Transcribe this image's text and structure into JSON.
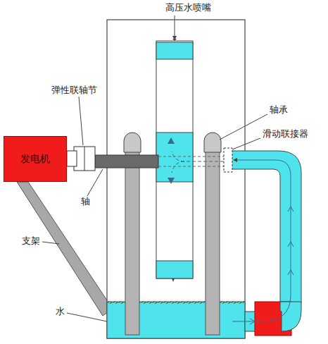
{
  "diagram": {
    "nodes": [
      {
        "text": [
          "发电机"
        ]
      }
    ],
    "labels": [
      "高压水喷嘴",
      "弹性联轴节",
      "轴承",
      "滑动联接器",
      "轴",
      "支架",
      "水"
    ]
  }
}
